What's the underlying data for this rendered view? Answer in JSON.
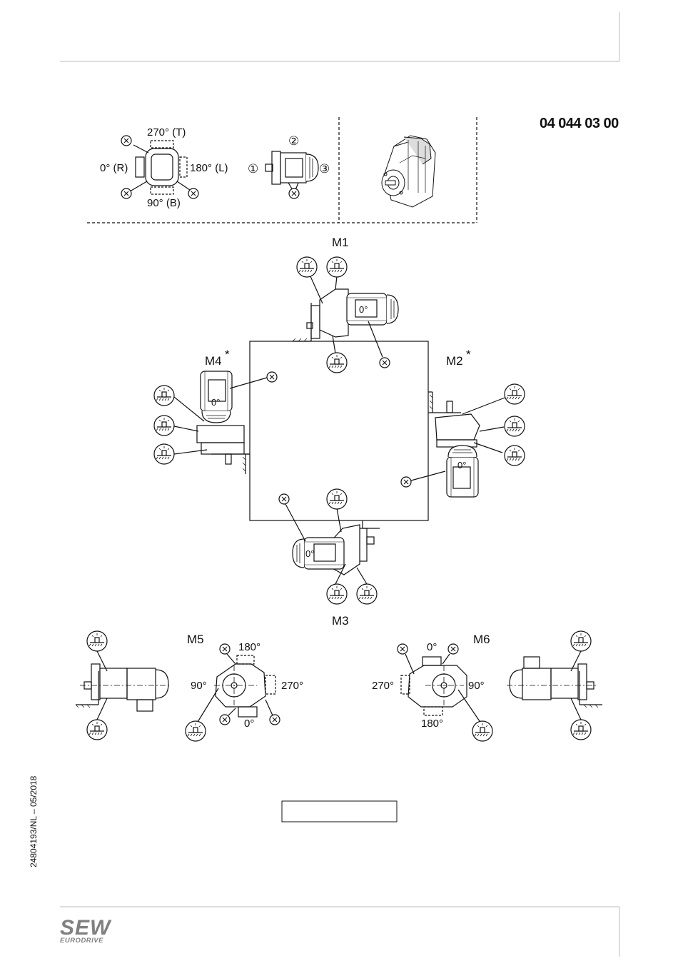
{
  "doc_code": "04 044 03 00",
  "footer_id": "24804193/NL – 05/2018",
  "logo": {
    "main": "SEW",
    "sub": "EURODRIVE"
  },
  "legend": {
    "top": "270° (T)",
    "left": "0° (R)",
    "right": "180° (L)",
    "bottom": "90° (B)",
    "pos1": "①",
    "pos2": "②",
    "pos3": "③",
    "x": "X"
  },
  "positions": {
    "m1": "M1",
    "m2": "M2",
    "m3": "M3",
    "m4": "M4",
    "m5": "M5",
    "m6": "M6",
    "star": "*"
  },
  "motor_angle": "0°",
  "m5_angles": {
    "top": "180°",
    "left": "90°",
    "right": "270°",
    "bottom": "0°"
  },
  "m6_angles": {
    "top": "0°",
    "left": "270°",
    "right": "90°",
    "bottom": "180°"
  },
  "colors": {
    "line": "#111111",
    "rule": "#bbbbbb",
    "logo": "#808080"
  }
}
